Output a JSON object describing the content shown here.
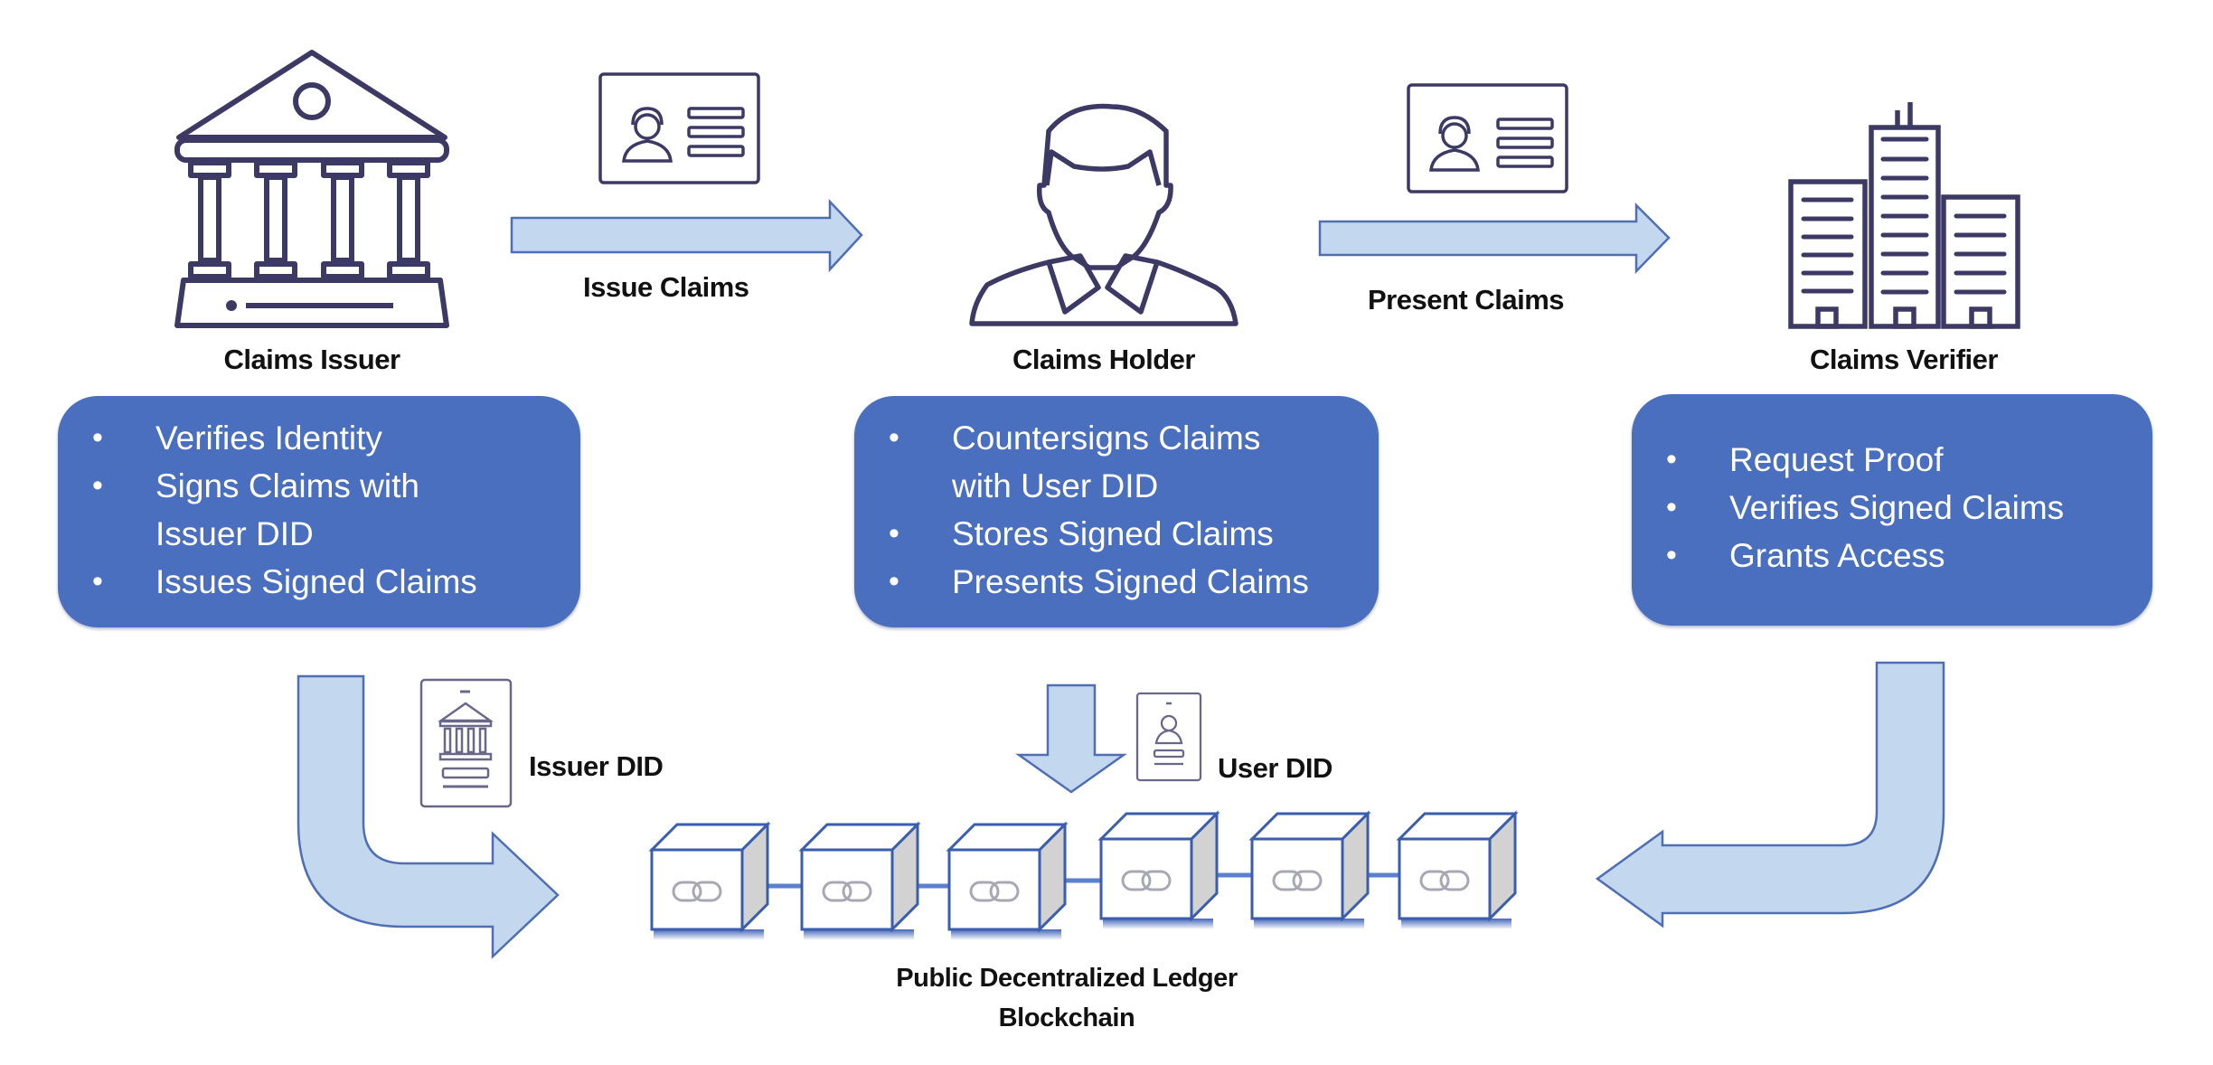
{
  "diagram": {
    "colors": {
      "box_fill": "#4b6fbf",
      "arrow_fill": "#c3d7ee",
      "arrow_stroke": "#4f6fb5",
      "icon_stroke": "#3c3a64",
      "block_stroke": "#3a5eab"
    },
    "roles": [
      {
        "name": "Claims Issuer",
        "icon": "bank-icon",
        "bullets": [
          "Verifies Identity",
          "Signs Claims with Issuer DID",
          "Issues Signed Claims"
        ]
      },
      {
        "name": "Claims Holder",
        "icon": "user-icon",
        "bullets": [
          "Countersigns Claims with User DID",
          "Stores Signed Claims",
          "Presents Signed Claims"
        ]
      },
      {
        "name": "Claims Verifier",
        "icon": "buildings-icon",
        "bullets": [
          "Request Proof",
          "Verifies Signed Claims",
          "Grants Access"
        ]
      }
    ],
    "flows": [
      {
        "label": "Issue Claims",
        "icon": "id-card-icon"
      },
      {
        "label": "Present Claims",
        "icon": "id-card-icon"
      }
    ],
    "dids": [
      {
        "label": "Issuer DID",
        "icon": "issuer-did-badge-icon"
      },
      {
        "label": "User DID",
        "icon": "user-did-badge-icon"
      }
    ],
    "ledger": {
      "title_line1": "Public Decentralized Ledger",
      "title_line2": "Blockchain",
      "block_count": 6,
      "block_icon": "chain-link-icon"
    }
  }
}
